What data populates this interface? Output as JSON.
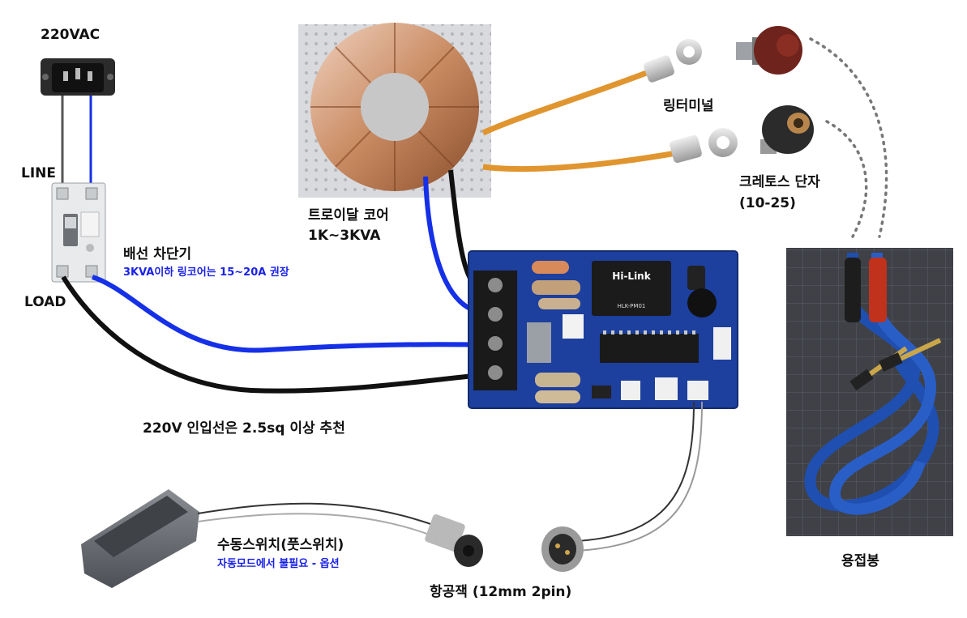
{
  "labels": {
    "power_in": "220VAC",
    "line": "LINE",
    "load": "LOAD",
    "breaker_title": "배선 차단기",
    "breaker_note": "3KVA이하 링코어는 15~20A 권장",
    "toroid_title": "트로이달 코어",
    "toroid_range": "1K~3KVA",
    "ring_terminal": "링터미널",
    "cretos_title": "크레토스 단자",
    "cretos_range": "(10-25)",
    "wire_note": "220V 인입선은 2.5sq 이상 추천",
    "footswitch_title": "수동스위치(풋스위치)",
    "footswitch_note": "자동모드에서 불필요 - 옵션",
    "aviation_jack": "항공잭 (12mm 2pin)",
    "welding_rod": "용접봉",
    "pcb_module": "Hi-Link",
    "module_brand": "HLK-PM01"
  },
  "colors": {
    "blue_wire": "#1530e6",
    "black_wire": "#111111",
    "copper_wire": "#e0952f",
    "pcb": "#1d3f9e",
    "note_blue": "#1a22e8"
  }
}
